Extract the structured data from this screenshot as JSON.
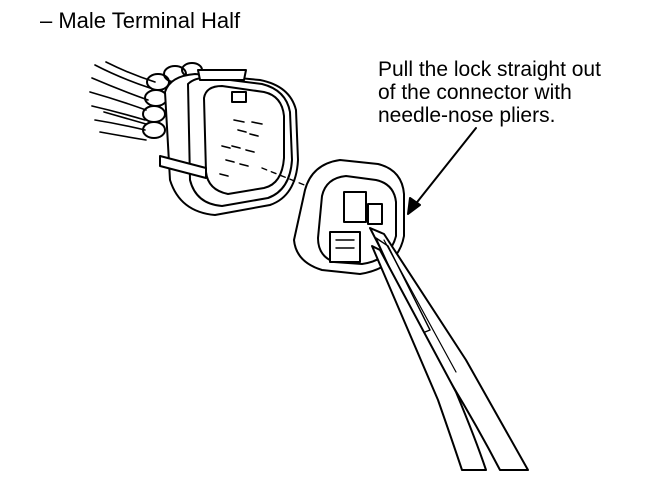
{
  "title": "– Male Terminal Half",
  "callout": {
    "lines": [
      "Pull the lock straight out",
      "of the connector with",
      "needle-nose pliers."
    ]
  },
  "colors": {
    "ink": "#000000",
    "paper": "#ffffff"
  }
}
